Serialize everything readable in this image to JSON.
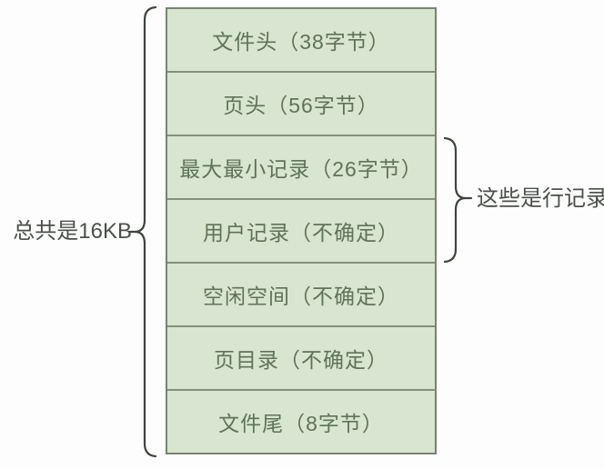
{
  "diagram": {
    "title_semantic": "innodb-page-structure",
    "left_label": "总共是16KB",
    "right_label": "这些是行记录",
    "boxes": [
      {
        "name": "file-header",
        "label": "文件头（38字节）"
      },
      {
        "name": "page-header",
        "label": "页头（56字节）"
      },
      {
        "name": "min-max-records",
        "label": "最大最小记录（26字节）"
      },
      {
        "name": "user-records",
        "label": "用户记录（不确定）"
      },
      {
        "name": "free-space",
        "label": "空闲空间（不确定）"
      },
      {
        "name": "page-directory",
        "label": "页目录（不确定）"
      },
      {
        "name": "file-trailer",
        "label": "文件尾（8字节）"
      }
    ],
    "colors": {
      "background": "#fdfdfd",
      "box_fill": "#d8e5d1",
      "box_border": "#76856d",
      "box_divider": "#82917a",
      "box_text": "#5f7358",
      "brace_stroke": "#3f443f",
      "side_label_text": "#4b504b"
    }
  }
}
